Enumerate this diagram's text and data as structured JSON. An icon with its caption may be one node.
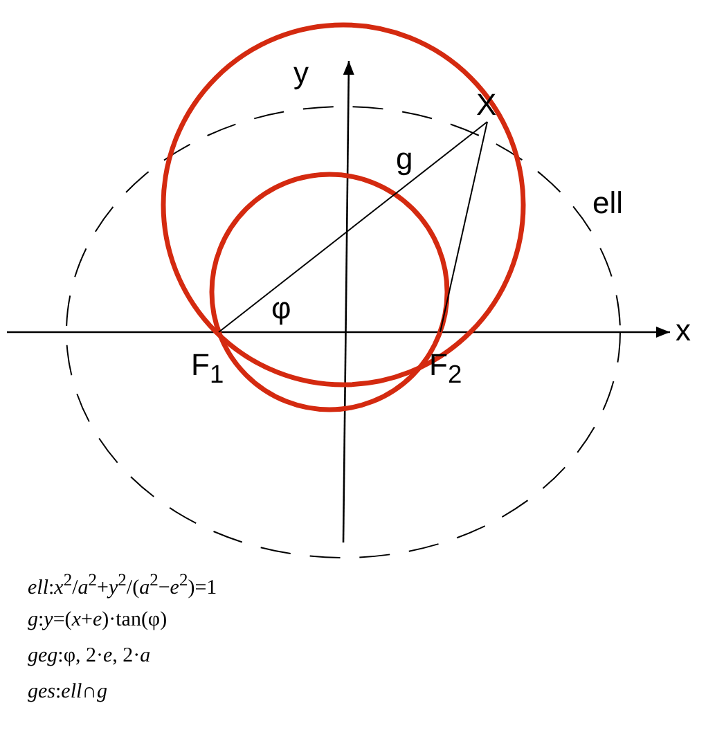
{
  "diagram": {
    "nodes": [
      {
        "text": [
          "F$_{1}$"
        ]
      },
      {
        "text": [
          "F$_{2}$"
        ]
      },
      {
        "text": [
          "X"
        ]
      }
    ],
    "edges": [
      {
        "from": 0,
        "to": 2,
        "arrow": "none",
        "label": "g"
      },
      {
        "from": 1,
        "to": 2,
        "arrow": "none"
      }
    ],
    "labels": [
      "y",
      "ell",
      "φ",
      "x",
      "*ell*:*x*$^{2}$/*a*$^{2}$+*y*$^{2}$/(*a*$^{2}$−*e*$^{2}$)=1",
      "*g*:*y*=(*x*+*e*)·tan(φ)",
      "*geg*:φ, 2·*e*, 2·*a*",
      "*ges*:*ell*∩*g*"
    ]
  }
}
